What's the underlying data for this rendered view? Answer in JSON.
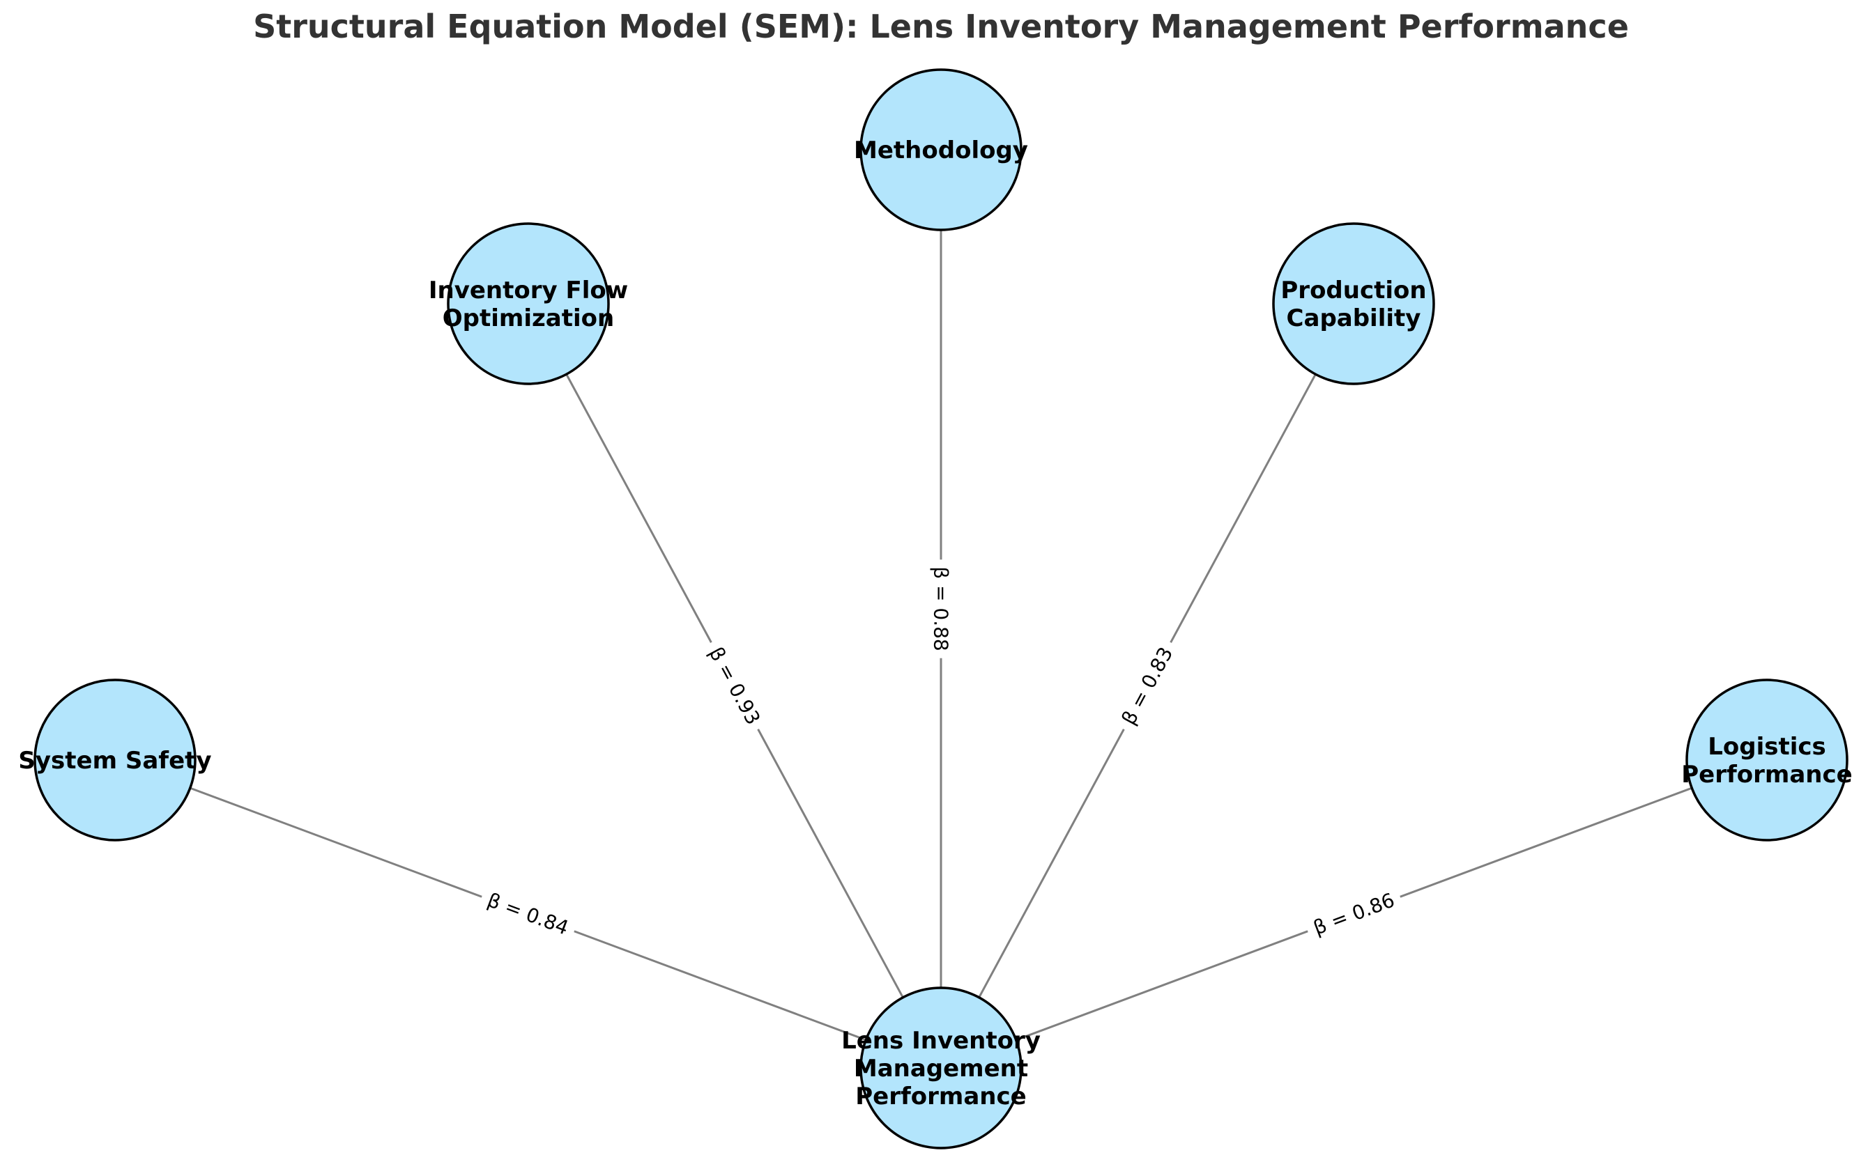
{
  "title": "Structural Equation Model (SEM): Lens Inventory Management Performance",
  "colors": {
    "node_fill": "#b3e5fc",
    "node_stroke": "#000000",
    "edge": "#808080",
    "title": "#333333"
  },
  "nodes": [
    {
      "id": "lens",
      "label": "Lens Inventory\nManagement\nPerformance"
    },
    {
      "id": "safety",
      "label": "System Safety"
    },
    {
      "id": "flow",
      "label": "Inventory Flow\nOptimization"
    },
    {
      "id": "method",
      "label": "Methodology"
    },
    {
      "id": "production",
      "label": "Production\nCapability"
    },
    {
      "id": "logistics",
      "label": "Logistics\nPerformance"
    }
  ],
  "edges": [
    {
      "from": "safety",
      "to": "lens",
      "label": "β = 0.84"
    },
    {
      "from": "flow",
      "to": "lens",
      "label": "β = 0.93"
    },
    {
      "from": "method",
      "to": "lens",
      "label": "β = 0.88"
    },
    {
      "from": "production",
      "to": "lens",
      "label": "β = 0.83"
    },
    {
      "from": "logistics",
      "to": "lens",
      "label": "β = 0.86"
    }
  ]
}
